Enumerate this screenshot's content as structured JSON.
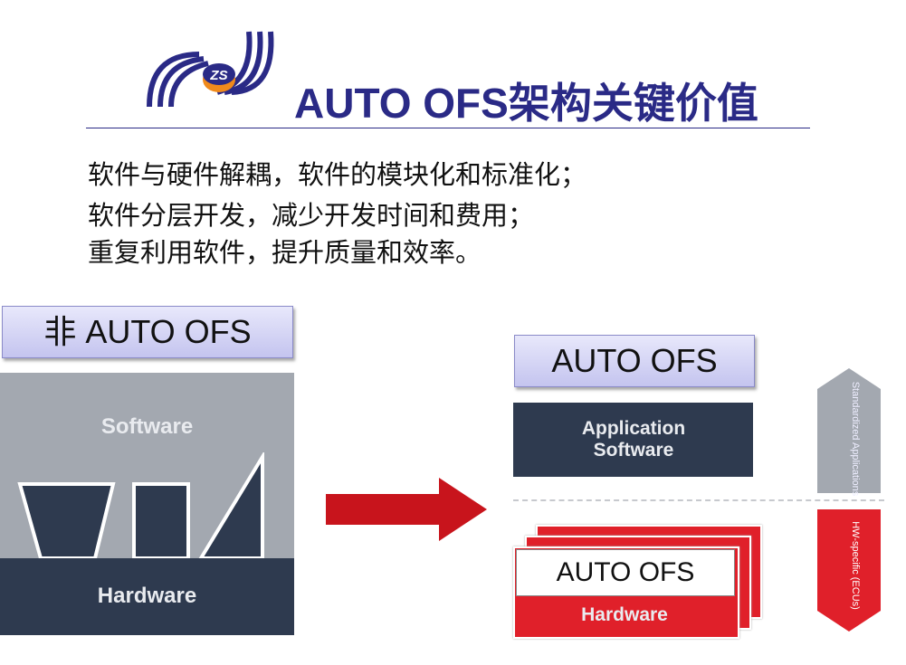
{
  "logo": {
    "text": "ZS"
  },
  "title": "AUTO OFS架构关键价值",
  "bullets": [
    "软件与硬件解耦，软件的模块化和标准化；",
    "软件分层开发，减少开发时间和费用；",
    "重复利用软件，提升质量和效率。"
  ],
  "left": {
    "label": "非 AUTO OFS",
    "software": "Software",
    "hardware": "Hardware"
  },
  "right": {
    "label": "AUTO OFS",
    "application": "Application Software",
    "middleware": "AUTO OFS",
    "hardware": "Hardware",
    "top_arrow": "Standardized Applications",
    "bottom_arrow": "HW-specific (ECUs)"
  },
  "colors": {
    "navy": "#2a2a86",
    "dark": "#2e3a4f",
    "gray": "#a3a8b0",
    "red": "#e0202a"
  }
}
